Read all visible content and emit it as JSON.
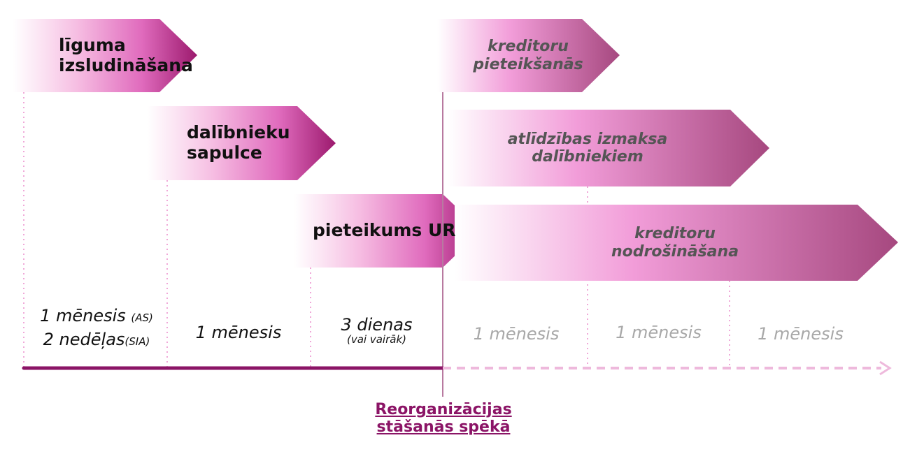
{
  "phases_before": [
    {
      "id": "liguma",
      "lines": [
        "līguma",
        "izsludināšana"
      ]
    },
    {
      "id": "sapulce",
      "lines": [
        "dalībnieku",
        "sapulce"
      ]
    },
    {
      "id": "ur",
      "lines": [
        "pieteikums UR"
      ]
    }
  ],
  "phases_after": [
    {
      "id": "kreditoru-pieteiksanas",
      "lines": [
        "kreditoru",
        "pieteikšanās"
      ]
    },
    {
      "id": "atlidzibas",
      "lines": [
        "atlīdzības izmaksa",
        "dalībniekiem"
      ]
    },
    {
      "id": "nodrosinasana",
      "lines": [
        "kreditoru",
        "nodrošināšana"
      ]
    }
  ],
  "durations": {
    "d1_line1": "1 mēnesis",
    "d1_line1_note": "(AS)",
    "d1_line2": "2 nedēļas",
    "d1_line2_note": "(SIA)",
    "d2": "1 mēnesis",
    "d3": "3 dienas",
    "d3_note": "(vai vairāk)",
    "d4": "1 mēnesis",
    "d5": "1 mēnesis",
    "d6": "1 mēnesis"
  },
  "effective_date": {
    "line1": "Reorganizācijas",
    "line2": "stāšanās spēkā"
  },
  "colors": {
    "magenta": "#9c1a6e",
    "pink": "#f29dd9",
    "mauve": "#a6487f",
    "future_line": "#eeb9dc",
    "future_text": "#a8a8a8"
  }
}
